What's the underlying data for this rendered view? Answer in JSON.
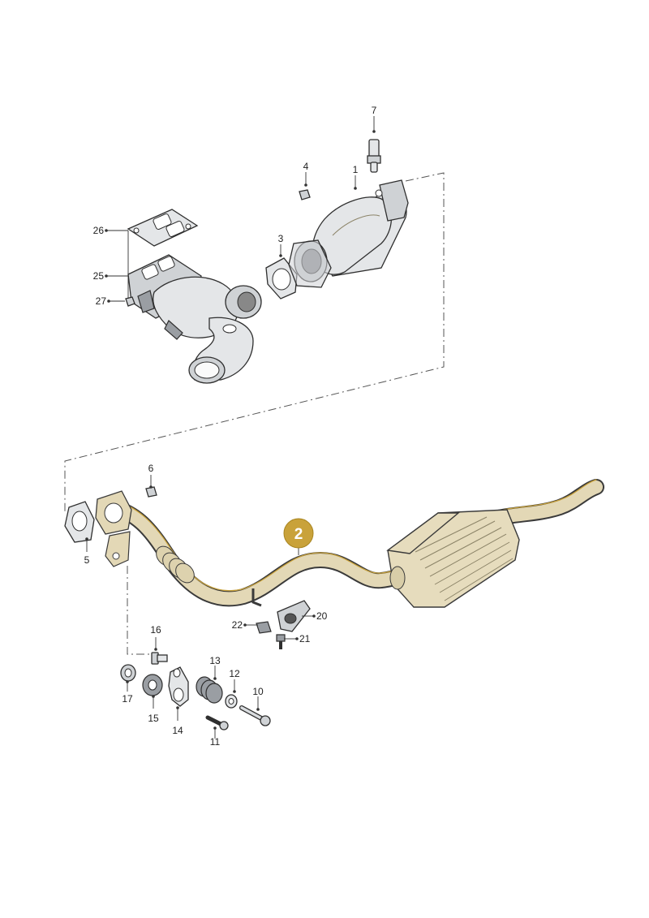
{
  "diagram": {
    "highlight": {
      "number": "2",
      "color": "#c9a23a"
    },
    "labels": {
      "p1": "1",
      "p3": "3",
      "p4": "4",
      "p5": "5",
      "p6": "6",
      "p7": "7",
      "p10": "10",
      "p11": "11",
      "p12": "12",
      "p13": "13",
      "p14": "14",
      "p15": "15",
      "p16": "16",
      "p17": "17",
      "p20": "20",
      "p21": "21",
      "p22": "22",
      "p25": "25",
      "p26": "26",
      "p27": "27"
    }
  }
}
